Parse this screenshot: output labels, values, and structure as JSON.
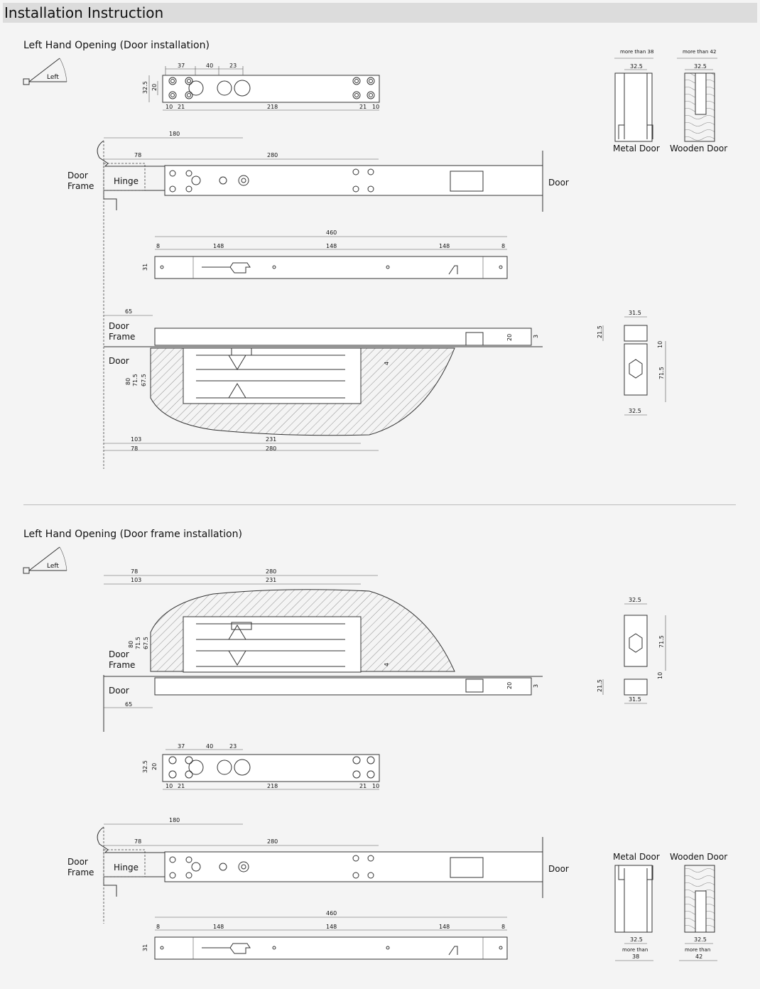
{
  "header": {
    "title": "Installation Instruction"
  },
  "sections": [
    {
      "title": "Left Hand Opening (Door installation)"
    },
    {
      "title": "Left Hand Opening (Door frame installation)"
    }
  ],
  "labels": {
    "left": "Left",
    "door": "Door",
    "door_frame_1": "Door",
    "door_frame_2": "Frame",
    "hinge": "Hinge",
    "metal_door": "Metal Door",
    "wooden_door": "Wooden Door",
    "more_than_38": "more than 38",
    "more_than_42": "more than 42",
    "more_than": "more than",
    "v38": "38",
    "v42": "42"
  },
  "dims": {
    "d37": "37",
    "d40": "40",
    "d23": "23",
    "d32_5": "32.5",
    "d20": "20",
    "d10": "10",
    "d21": "21",
    "d218": "218",
    "d180": "180",
    "d78": "78",
    "d280": "280",
    "d460": "460",
    "d8": "8",
    "d148": "148",
    "d31": "31",
    "d65": "65",
    "d3": "3",
    "d4": "4",
    "d80": "80",
    "d71_5": "71.5",
    "d67_5": "67.5",
    "d103": "103",
    "d231": "231",
    "d31_5": "31.5",
    "d21_5": "21.5"
  }
}
